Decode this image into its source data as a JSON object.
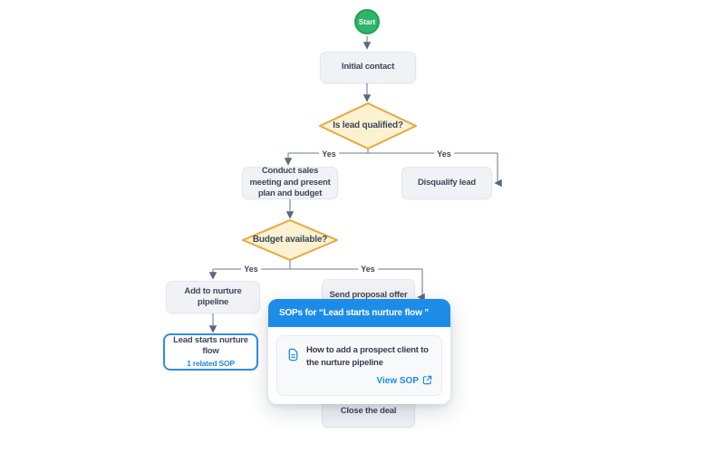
{
  "flowchart": {
    "nodes": {
      "start": {
        "label": "Start"
      },
      "initial_contact": {
        "label": "Initial contact"
      },
      "is_lead_qualified": {
        "label": "Is lead qualified?"
      },
      "conduct_meeting": {
        "label": "Conduct sales meeting and present plan and budget"
      },
      "disqualify_lead": {
        "label": "Disqualify lead"
      },
      "budget_available": {
        "label": "Budget available?"
      },
      "add_to_nurture": {
        "label": "Add to nurture pipeline"
      },
      "send_proposal": {
        "label": "Send proposal offer"
      },
      "lead_starts_nurture": {
        "label": "Lead starts nurture flow",
        "badge": "1 related SOP"
      },
      "close_deal": {
        "label": "Close the deal"
      }
    },
    "edge_labels": [
      "Yes",
      "Yes",
      "Yes",
      "Yes"
    ]
  },
  "popup": {
    "title": "SOPs for “Lead starts nurture flow ”",
    "items": [
      {
        "icon": "document-icon",
        "title": "How to add a prospect client to the nurture pipeline",
        "link_label": "View SOP",
        "link_icon": "external-link-icon"
      }
    ]
  },
  "colors": {
    "start_green": "#2eb567",
    "start_green_border": "#1fa257",
    "node_fill": "#f0f2f5",
    "node_border": "#e3e6eb",
    "node_text": "#3e4659",
    "diamond_fill": "#fbf2d2",
    "diamond_border": "#eaa63c",
    "connector": "#8794a8",
    "arrowhead": "#5a6880",
    "accent_blue": "#1d8ce8"
  }
}
